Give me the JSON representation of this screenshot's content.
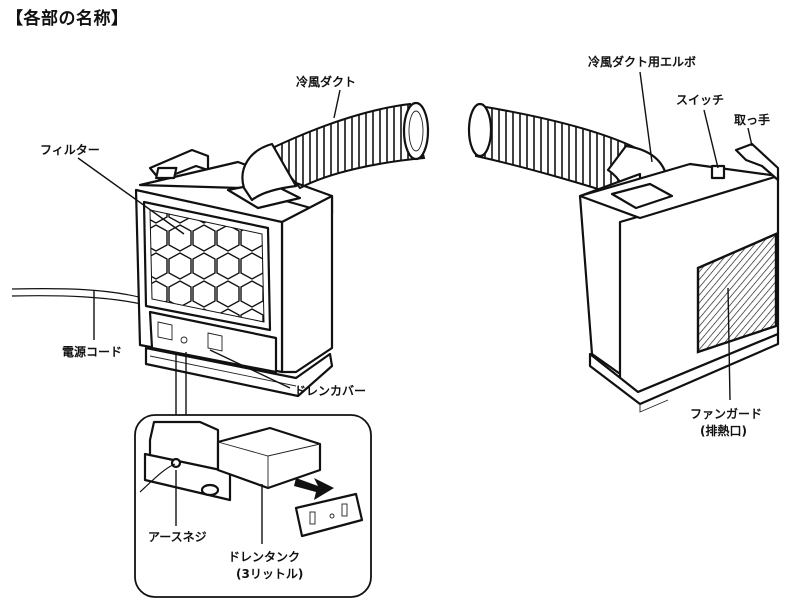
{
  "heading": "【各部の名称】",
  "labels": {
    "cold_air_duct": "冷風ダクト",
    "filter": "フィルター",
    "power_cord": "電源コード",
    "drain_cover": "ドレンカバー",
    "earth_screw": "アースネジ",
    "drain_tank_line1": "ドレンタンク",
    "drain_tank_line2": "(3リットル)",
    "duct_elbow": "冷風ダクト用エルボ",
    "switch": "スイッチ",
    "handle": "取っ手",
    "fan_guard_line1": "ファンガード",
    "fan_guard_line2": "(排熱口)"
  }
}
